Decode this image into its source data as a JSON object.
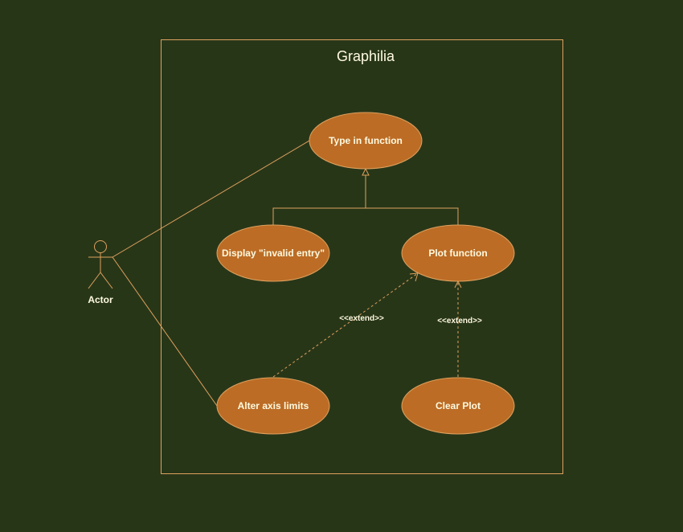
{
  "diagram": {
    "title": "Graphilia",
    "actor": {
      "label": "Actor"
    },
    "use_cases": {
      "type_in_function": "Type in function",
      "display_invalid_entry": "Display \"invalid entry\"",
      "plot_function": "Plot function",
      "alter_axis_limits": "Alter axis limits",
      "clear_plot": "Clear Plot"
    },
    "relations": {
      "extend_alter_to_plot": "<<extend>>",
      "extend_clear_to_plot": "<<extend>>"
    }
  },
  "colors": {
    "background": "#283618",
    "line": "#dda15e",
    "use_case_fill": "#bc6c25",
    "text": "#fefae0"
  }
}
